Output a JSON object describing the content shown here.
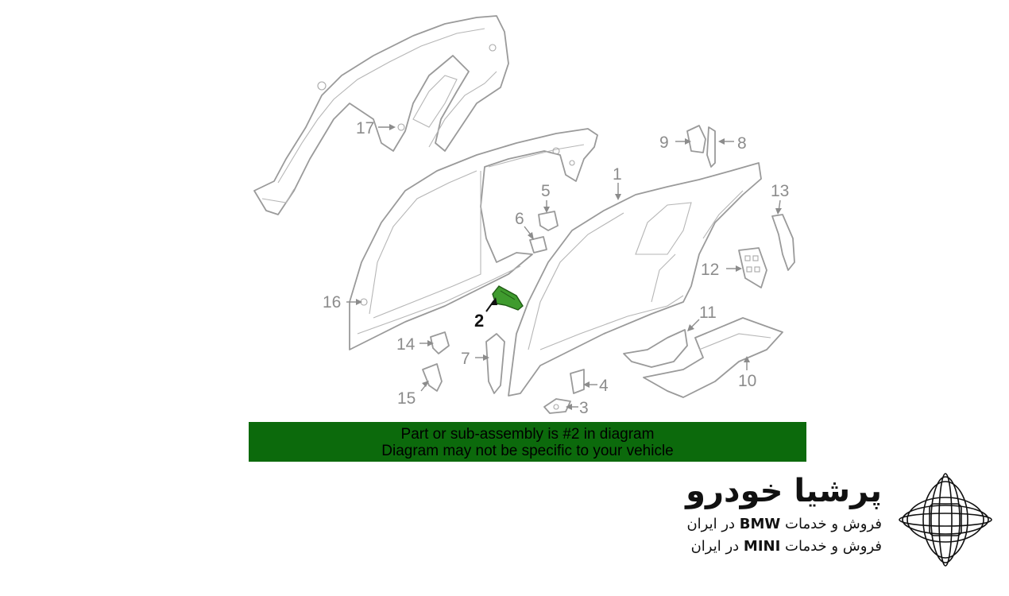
{
  "callouts": [
    {
      "id": "1",
      "label": "1",
      "highlight": false
    },
    {
      "id": "2",
      "label": "2",
      "highlight": true
    },
    {
      "id": "3",
      "label": "3",
      "highlight": false
    },
    {
      "id": "4",
      "label": "4",
      "highlight": false
    },
    {
      "id": "5",
      "label": "5",
      "highlight": false
    },
    {
      "id": "6",
      "label": "6",
      "highlight": false
    },
    {
      "id": "7",
      "label": "7",
      "highlight": false
    },
    {
      "id": "8",
      "label": "8",
      "highlight": false
    },
    {
      "id": "9",
      "label": "9",
      "highlight": false
    },
    {
      "id": "10",
      "label": "10",
      "highlight": false
    },
    {
      "id": "11",
      "label": "11",
      "highlight": false
    },
    {
      "id": "12",
      "label": "12",
      "highlight": false
    },
    {
      "id": "13",
      "label": "13",
      "highlight": false
    },
    {
      "id": "14",
      "label": "14",
      "highlight": false
    },
    {
      "id": "15",
      "label": "15",
      "highlight": false
    },
    {
      "id": "16",
      "label": "16",
      "highlight": false
    },
    {
      "id": "17",
      "label": "17",
      "highlight": false
    }
  ],
  "banner": {
    "line1": "Part or sub-assembly is #2 in diagram",
    "line2": "Diagram may not be specific to your vehicle"
  },
  "brand": {
    "name": "پرشیا خودرو",
    "line1_prefix": "فروش و خدمات",
    "line1_brand": "BMW",
    "line1_suffix": "در ایران",
    "line2_prefix": "فروش و خدمات",
    "line2_brand": "MINI",
    "line2_suffix": "در ایران"
  },
  "colors": {
    "banner_bg": "#0c6a0c",
    "highlight_part": "#3f9b2e",
    "line_art": "#9a9a9a"
  }
}
